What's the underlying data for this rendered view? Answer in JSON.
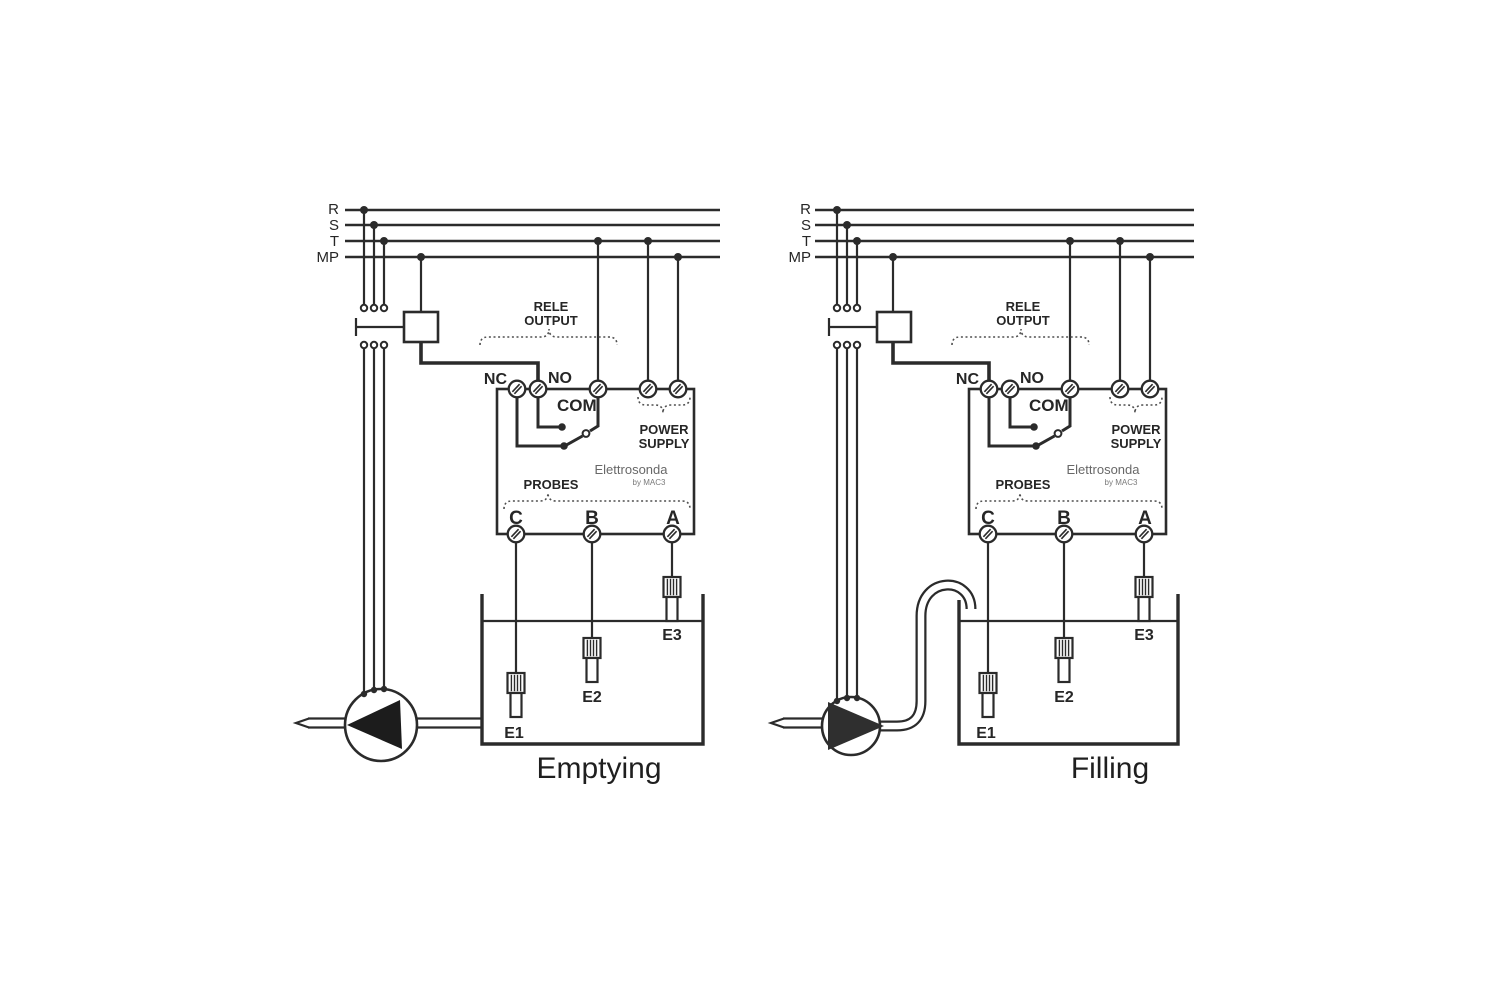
{
  "colors": {
    "ink": "#2b2b2b",
    "background": "#ffffff"
  },
  "diagrams": {
    "left": {
      "title": "Emptying",
      "bus": {
        "l1": "R",
        "l2": "S",
        "l3": "T",
        "l4": "MP"
      },
      "relay_output_label": {
        "line1": "RELE",
        "line2": "OUTPUT"
      },
      "relay_terminals": {
        "nc": "NC",
        "no": "NO",
        "com": "COM"
      },
      "power_supply_label": {
        "line1": "POWER",
        "line2": "SUPPLY"
      },
      "device": {
        "name": "Elettrosonda",
        "byline": "by MAC3"
      },
      "probes_label": "PROBES",
      "probe_terminals": {
        "c": "C",
        "b": "B",
        "a": "A"
      },
      "electrodes": {
        "e1": "E1",
        "e2": "E2",
        "e3": "E3"
      }
    },
    "right": {
      "title": "Filling",
      "bus": {
        "l1": "R",
        "l2": "S",
        "l3": "T",
        "l4": "MP"
      },
      "relay_output_label": {
        "line1": "RELE",
        "line2": "OUTPUT"
      },
      "relay_terminals": {
        "nc": "NC",
        "no": "NO",
        "com": "COM"
      },
      "power_supply_label": {
        "line1": "POWER",
        "line2": "SUPPLY"
      },
      "device": {
        "name": "Elettrosonda",
        "byline": "by MAC3"
      },
      "probes_label": "PROBES",
      "probe_terminals": {
        "c": "C",
        "b": "B",
        "a": "A"
      },
      "electrodes": {
        "e1": "E1",
        "e2": "E2",
        "e3": "E3"
      }
    }
  }
}
